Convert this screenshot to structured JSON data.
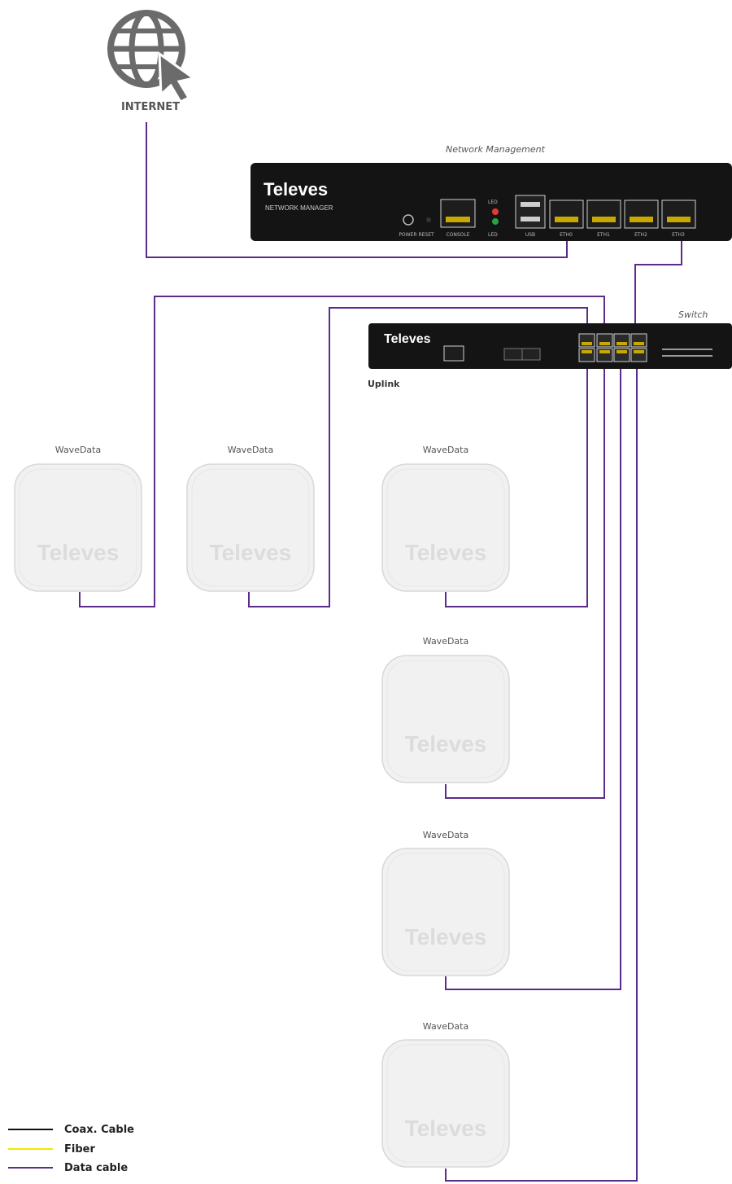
{
  "internet": {
    "label": "INTERNET",
    "icon": "globe-cursor-icon"
  },
  "network_manager": {
    "caption": "Network Management",
    "brand": "Televes",
    "model": "NETWORK MANAGER",
    "led_top_label": "LED",
    "led_bottom_label": "LED",
    "led_top_color": "#e53935",
    "led_bottom_color": "#2e9e44",
    "ports": [
      {
        "label": "POWER RESET"
      },
      {
        "label": "CONSOLE"
      },
      {
        "label": "USB"
      },
      {
        "label": "ETH0"
      },
      {
        "label": "ETH1"
      },
      {
        "label": "ETH2"
      },
      {
        "label": "ETH3"
      }
    ]
  },
  "switch": {
    "caption": "Switch",
    "brand": "Televes",
    "uplink_label": "Uplink"
  },
  "access_points": [
    {
      "label": "WaveData",
      "brand": "Televes"
    },
    {
      "label": "WaveData",
      "brand": "Televes"
    },
    {
      "label": "WaveData",
      "brand": "Televes"
    },
    {
      "label": "WaveData",
      "brand": "Televes"
    },
    {
      "label": "WaveData",
      "brand": "Televes"
    },
    {
      "label": "WaveData",
      "brand": "Televes"
    }
  ],
  "legend": [
    {
      "label": "Coax. Cable",
      "color": "#111111"
    },
    {
      "label": "Fiber",
      "color": "#f2e600"
    },
    {
      "label": "Data cable",
      "color": "#5b2c8c"
    }
  ],
  "colors": {
    "data_cable": "#5b2c8c",
    "device_body": "#111111",
    "ap_fill": "#f1f1f1"
  }
}
